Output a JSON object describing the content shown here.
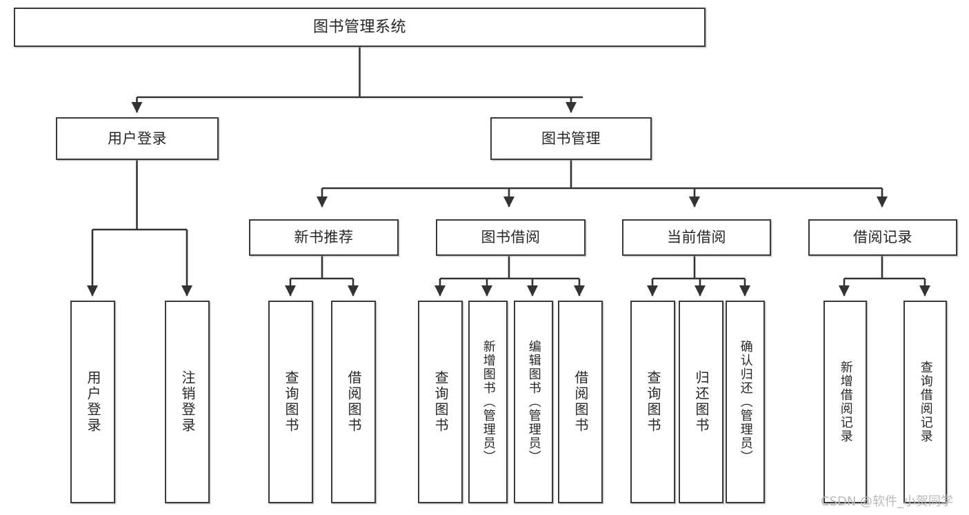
{
  "diagram": {
    "title": "图书管理系统",
    "type": "hierarchy-tree",
    "root": {
      "id": "root",
      "label": "图书管理系统"
    },
    "level2": [
      {
        "id": "user-login",
        "label": "用户登录"
      },
      {
        "id": "book-manage",
        "label": "图书管理"
      }
    ],
    "level3": [
      {
        "id": "new-book-rec",
        "label": "新书推荐",
        "parent": "book-manage"
      },
      {
        "id": "book-borrow",
        "label": "图书借阅",
        "parent": "book-manage"
      },
      {
        "id": "current-borrow",
        "label": "当前借阅",
        "parent": "book-manage"
      },
      {
        "id": "borrow-record",
        "label": "借阅记录",
        "parent": "book-manage"
      }
    ],
    "leaves": [
      {
        "id": "leaf-user-login",
        "label": "用户登录",
        "parent": "user-login"
      },
      {
        "id": "leaf-logout",
        "label": "注销登录",
        "parent": "user-login"
      },
      {
        "id": "leaf-query-book-1",
        "label": "查询图书",
        "parent": "new-book-rec"
      },
      {
        "id": "leaf-borrow-book-1",
        "label": "借阅图书",
        "parent": "new-book-rec"
      },
      {
        "id": "leaf-query-book-2",
        "label": "查询图书",
        "parent": "book-borrow"
      },
      {
        "id": "leaf-add-book",
        "label": "新增图书（管理员）",
        "parent": "book-borrow"
      },
      {
        "id": "leaf-edit-book",
        "label": "编辑图书（管理员）",
        "parent": "book-borrow"
      },
      {
        "id": "leaf-borrow-book-2",
        "label": "借阅图书",
        "parent": "book-borrow"
      },
      {
        "id": "leaf-query-book-3",
        "label": "查询图书",
        "parent": "current-borrow"
      },
      {
        "id": "leaf-return-book",
        "label": "归还图书",
        "parent": "current-borrow"
      },
      {
        "id": "leaf-confirm-return",
        "label": "确认归还（管理员）",
        "parent": "current-borrow"
      },
      {
        "id": "leaf-add-record",
        "label": "新增借阅记录",
        "parent": "borrow-record"
      },
      {
        "id": "leaf-query-record",
        "label": "查询借阅记录",
        "parent": "borrow-record"
      }
    ]
  },
  "watermark": {
    "text": "CSDN @软件_小贺同学"
  },
  "colors": {
    "box_border": "#3a3a3a",
    "box_fill": "#ffffff",
    "connector": "#333333",
    "text": "#262626",
    "watermark": "#b9b9b9",
    "background": "#ffffff"
  }
}
